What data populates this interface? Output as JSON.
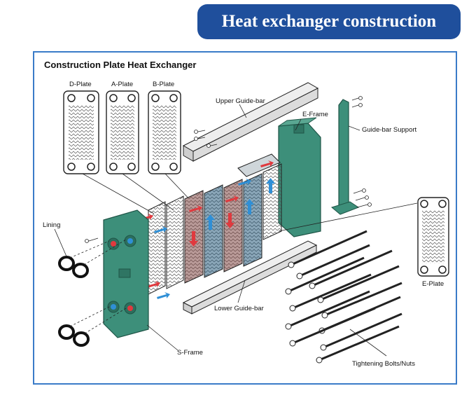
{
  "banner": {
    "title": "Heat exchanger construction"
  },
  "diagram": {
    "heading": "Construction Plate Heat Exchanger",
    "labels": {
      "d_plate": "D-Plate",
      "a_plate": "A-Plate",
      "b_plate": "B-Plate",
      "upper_guide_bar": "Upper Guide-bar",
      "e_frame": "E-Frame",
      "guide_bar_support": "Guide-bar Support",
      "lining": "Lining",
      "lower_guide_bar": "Lower Guide-bar",
      "e_plate": "E-Plate",
      "s_frame": "S-Frame",
      "tightening_bolts": "Tightening Bolts/Nuts"
    }
  },
  "colors": {
    "banner": "#1f4f9c",
    "frame_border": "#3a7bc8",
    "frame_green": "#3d8f7a",
    "hot": "#e0393e",
    "cold": "#2f8fd6"
  }
}
